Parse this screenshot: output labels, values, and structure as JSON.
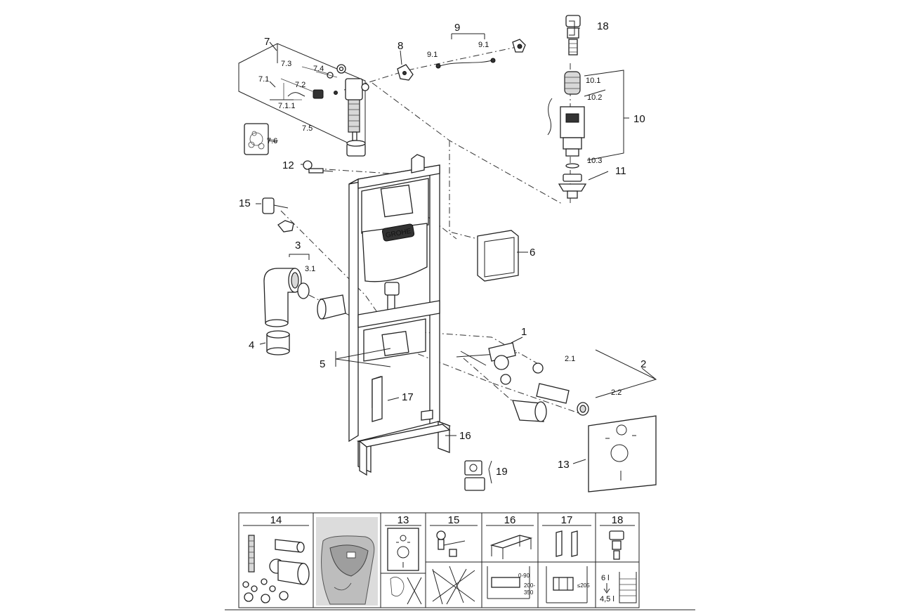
{
  "logo": {
    "brand": "GROHE"
  },
  "callouts": {
    "c1": "1",
    "c2": "2",
    "c2_1": "2.1",
    "c2_2": "2.2",
    "c3": "3",
    "c3_1": "3.1",
    "c4": "4",
    "c5": "5",
    "c6": "6",
    "c7": "7",
    "c7_1": "7.1",
    "c7_1_1": "7.1.1",
    "c7_2": "7.2",
    "c7_3": "7.3",
    "c7_4": "7.4",
    "c7_5": "7.5",
    "c7_6": "7.6",
    "c8": "8",
    "c9": "9",
    "c9_1a": "9.1",
    "c9_1b": "9.1",
    "c10": "10",
    "c10_1": "10.1",
    "c10_2": "10.2",
    "c10_3": "10.3",
    "c11": "11",
    "c12": "12",
    "c13": "13",
    "c15": "15",
    "c16": "16",
    "c17": "17",
    "c18": "18",
    "c19": "19"
  },
  "legend": {
    "headers": [
      "14",
      "",
      "13",
      "15",
      "16",
      "17",
      "18"
    ],
    "dim_labels": {
      "d1": "0-90",
      "d2": "200-",
      "d3": "350",
      "d4": "≤205",
      "d5": "6 l",
      "d6": "4,5 l"
    }
  }
}
